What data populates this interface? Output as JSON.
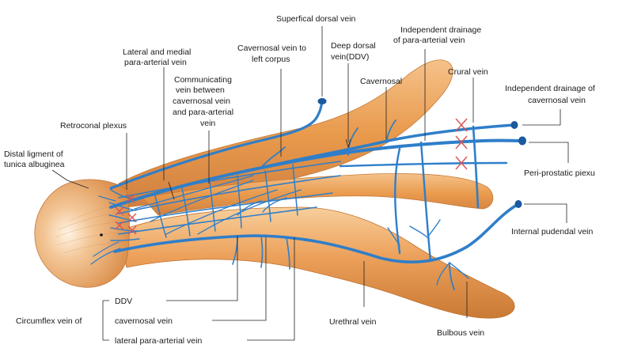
{
  "colors": {
    "tissue_light": "#f6c48c",
    "tissue_mid": "#e99a4c",
    "tissue_dark": "#c8702a",
    "vein": "#2f7ec9",
    "vein_dark": "#1c5a9e",
    "leader": "#222222",
    "cross": "#d9534f"
  },
  "labels": {
    "superficial_dorsal_vein": "Superfical dorsal vein",
    "independent_drainage_para_l1": "Independent drainage",
    "independent_drainage_para_l2": "of para-arterial vein",
    "cavernosal_vein_to_left_corpus_l1": "Cavernosal vein to",
    "cavernosal_vein_to_left_corpus_l2": "left corpus",
    "deep_dorsal_vein_l1": "Deep dorsal",
    "deep_dorsal_vein_l2": "vein(DDV)",
    "lateral_medial_para_arterial_l1": "Lateral and medial",
    "lateral_medial_para_arterial_l2": "para-arterial vein",
    "cavernosal": "Cavernosal",
    "crural_vein": "Crural vein",
    "independent_drainage_cav_l1": "Independent drainage of",
    "independent_drainage_cav_l2": "cavernosal vein",
    "communicating_l1": "Communicating",
    "communicating_l2": "vein between",
    "communicating_l3": "cavernosal vein",
    "communicating_l4": "and para-arterial",
    "communicating_l5": "vein",
    "retroconal_plexus": "Retroconal plexus",
    "distal_ligament_l1": "Distal ligment of",
    "distal_ligament_l2": "tunica albuginea",
    "peri_prostatic_plexus": "Peri-prostatic piexu",
    "internal_pudendal_vein": "Internal pudendal vein",
    "circumflex_vein_of": "Circumflex vein of",
    "circumflex_ddv": "DDV",
    "circumflex_cavernosal": "cavernosal vein",
    "circumflex_lateral": "lateral para-arterial vein",
    "urethral_vein": "Urethral vein",
    "bulbous_vein": "Bulbous vein"
  }
}
